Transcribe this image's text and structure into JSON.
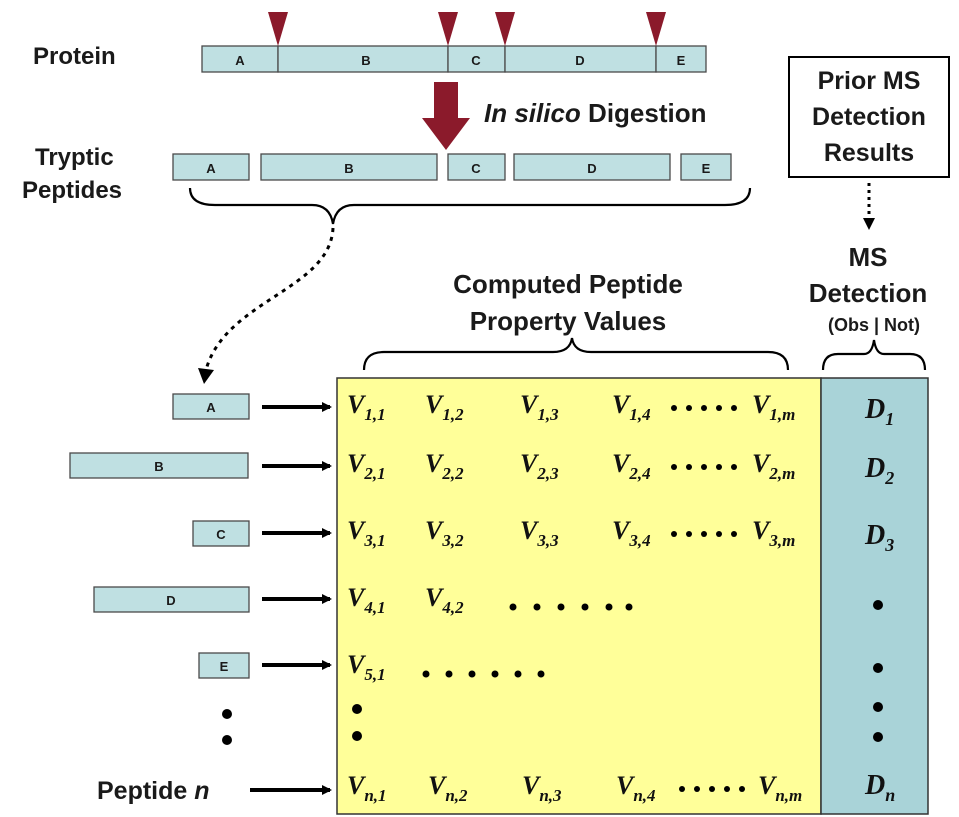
{
  "labels": {
    "protein": "Protein",
    "tryptic_line1": "Tryptic",
    "tryptic_line2": "Peptides",
    "digestion_italic": "In silico",
    "digestion_rest": " Digestion",
    "computed_line1": "Computed Peptide",
    "computed_line2": "Property Values",
    "prior_line1": "Prior MS",
    "prior_line2": "Detection",
    "prior_line3": "Results",
    "ms_line1": "MS",
    "ms_line2": "Detection",
    "ms_line3": "(Obs | Not)",
    "peptide_n_prefix": "Peptide ",
    "peptide_n_var": "n"
  },
  "protein_segments": [
    "A",
    "B",
    "C",
    "D",
    "E"
  ],
  "tryptic_peptides": [
    "A",
    "B",
    "C",
    "D",
    "E"
  ],
  "peptide_rows": [
    "A",
    "B",
    "C",
    "D",
    "E"
  ],
  "matrix": {
    "row1": [
      "V",
      "1,1",
      "V",
      "1,2",
      "V",
      "1,3",
      "V",
      "1,4",
      "V",
      "1,m"
    ],
    "row2": [
      "V",
      "2,1",
      "V",
      "2,2",
      "V",
      "2,3",
      "V",
      "2,4",
      "V",
      "2,m"
    ],
    "row3": [
      "V",
      "3,1",
      "V",
      "3,2",
      "V",
      "3,3",
      "V",
      "3,4",
      "V",
      "3,m"
    ],
    "row4": [
      "V",
      "4,1",
      "V",
      "4,2"
    ],
    "row5": [
      "V",
      "5,1"
    ],
    "rown": [
      "V",
      "n,1",
      "V",
      "n,2",
      "V",
      "n,3",
      "V",
      "n,4",
      "V",
      "n,m"
    ]
  },
  "detection": [
    {
      "base": "D",
      "sub": "1"
    },
    {
      "base": "D",
      "sub": "2"
    },
    {
      "base": "D",
      "sub": "3"
    },
    {
      "base": "D",
      "sub": "n"
    }
  ],
  "colors": {
    "matrix_fill": "#ffff99",
    "detection_fill": "#a9d3d8",
    "segment_fill": "#bfe0e2",
    "arrow_dark_red": "#8b1a2b"
  }
}
